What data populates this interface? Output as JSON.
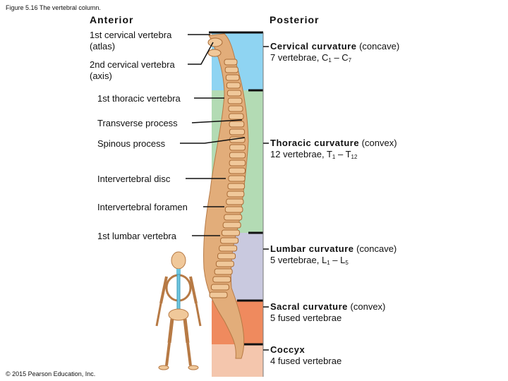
{
  "figure_caption": "Figure 5.16 The vertebral column.",
  "headers": {
    "anterior": "Anterior",
    "posterior": "Posterior"
  },
  "left_labels": [
    {
      "id": "atlas",
      "text": "1st cervical vertebra\n(atlas)"
    },
    {
      "id": "axis",
      "text": "2nd cervical vertebra\n(axis)"
    },
    {
      "id": "t1",
      "text": "1st thoracic vertebra"
    },
    {
      "id": "transverse",
      "text": "Transverse process"
    },
    {
      "id": "spinous",
      "text": "Spinous process"
    },
    {
      "id": "disc",
      "text": "Intervertebral disc"
    },
    {
      "id": "foramen",
      "text": "Intervertebral foramen"
    },
    {
      "id": "l1",
      "text": "1st lumbar vertebra"
    }
  ],
  "right_labels": {
    "cervical": {
      "name": "Cervical curvature",
      "desc": "(concave)",
      "count": "7 vertebrae, C",
      "start": "1",
      "dash": " – C",
      "end": "7"
    },
    "thoracic": {
      "name": "Thoracic curvature",
      "desc": "(convex)",
      "count": "12 vertebrae, T",
      "start": "1",
      "dash": " – T",
      "end": "12"
    },
    "lumbar": {
      "name": "Lumbar curvature",
      "desc": "(concave)",
      "count": "5 vertebrae, L",
      "start": "1",
      "dash": " – L",
      "end": "5"
    },
    "sacral": {
      "name": "Sacral curvature",
      "desc": "(convex)",
      "count": "5 fused vertebrae"
    },
    "coccyx": {
      "name": "Coccyx",
      "count": "4 fused vertebrae"
    }
  },
  "region_colors": {
    "cervical": "#8fd4f2",
    "thoracic": "#b3dbb4",
    "lumbar": "#c9c9df",
    "sacral": "#ef8a5e",
    "coccyx": "#f4c6ad",
    "bone": "#e2ad7a"
  },
  "copyright": "© 2015 Pearson Education, Inc."
}
